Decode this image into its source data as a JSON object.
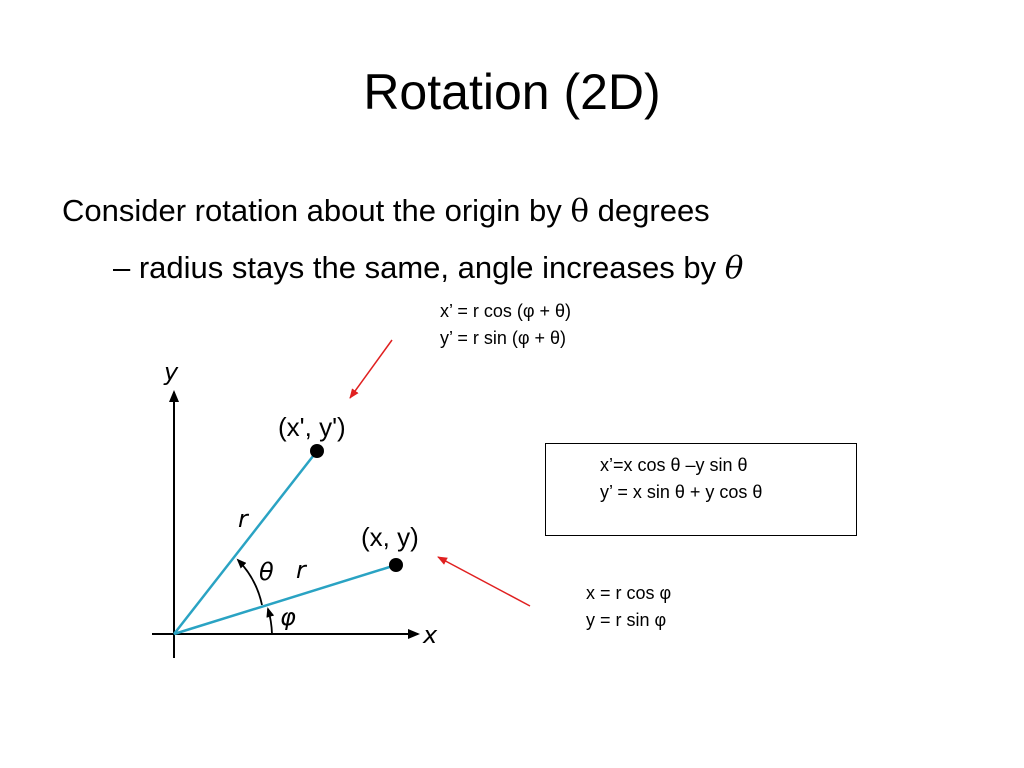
{
  "slide": {
    "title": "Rotation (2D)",
    "bullet1": {
      "text": "Consider rotation about the origin by ",
      "symbol": "θ",
      "suffix": " degrees"
    },
    "bullet2": {
      "text": "– radius stays the same, angle increases by ",
      "symbol": "θ"
    }
  },
  "formulas_rotated": {
    "line1": "x’ = r cos (φ + θ)",
    "line2": "y’ = r sin (φ + θ)"
  },
  "formulas_box": {
    "line1": "x’=x cos θ –y sin θ",
    "line2": "y’ = x sin θ + y cos θ"
  },
  "formulas_original": {
    "line1": "x = r cos φ",
    "line2": "y = r sin φ"
  },
  "diagram": {
    "axis_x_label": "x",
    "axis_y_label": "y",
    "point_rotated_label": "(x', y')",
    "point_original_label": "(x, y)",
    "radius_label_1": "r",
    "radius_label_2": "r",
    "theta_label": "θ",
    "phi_label": "φ",
    "vector_color": "#2aa3c3",
    "arrow_color": "#e02020"
  }
}
